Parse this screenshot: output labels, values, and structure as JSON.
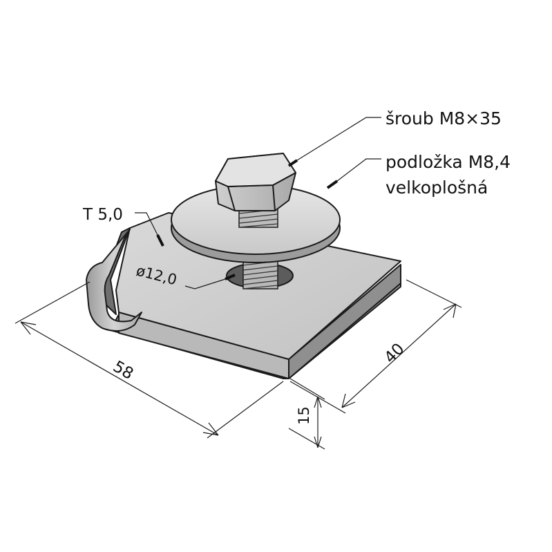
{
  "labels": {
    "screw": "šroub M8×35",
    "washer_line1": "podložka M8,4",
    "washer_line2": "velkoplošná",
    "thickness": "T 5,0",
    "hole": "ø12,0"
  },
  "dimensions": {
    "length": "58",
    "width": "40",
    "height": "15"
  }
}
